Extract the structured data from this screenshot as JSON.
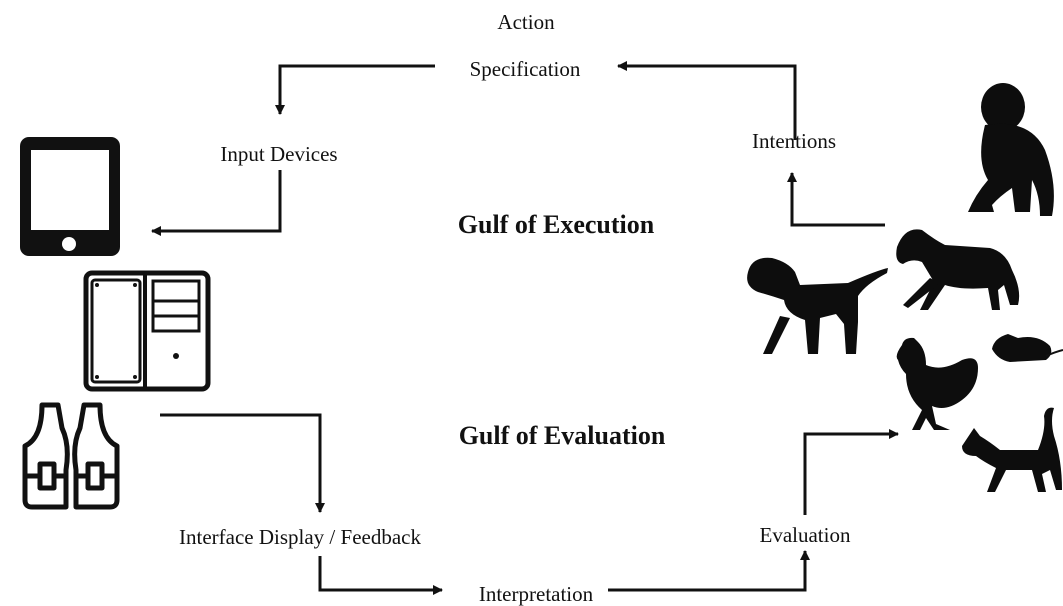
{
  "labels": {
    "action": "Action",
    "specification": "Specification",
    "input_devices": "Input Devices",
    "intentions": "Intentions",
    "gulf_execution": "Gulf of Execution",
    "gulf_evaluation": "Gulf of Evaluation",
    "interface_display": "Interface Display / Feedback",
    "evaluation": "Evaluation",
    "interpretation": "Interpretation"
  },
  "icons": {
    "left": [
      "tablet-icon",
      "computer-tower-icon",
      "vest-icon"
    ],
    "right": [
      "orangutan-icon",
      "horse-icon",
      "dog-icon",
      "rat-icon",
      "chicken-icon",
      "cat-icon"
    ]
  },
  "colors": {
    "ink": "#111111"
  }
}
